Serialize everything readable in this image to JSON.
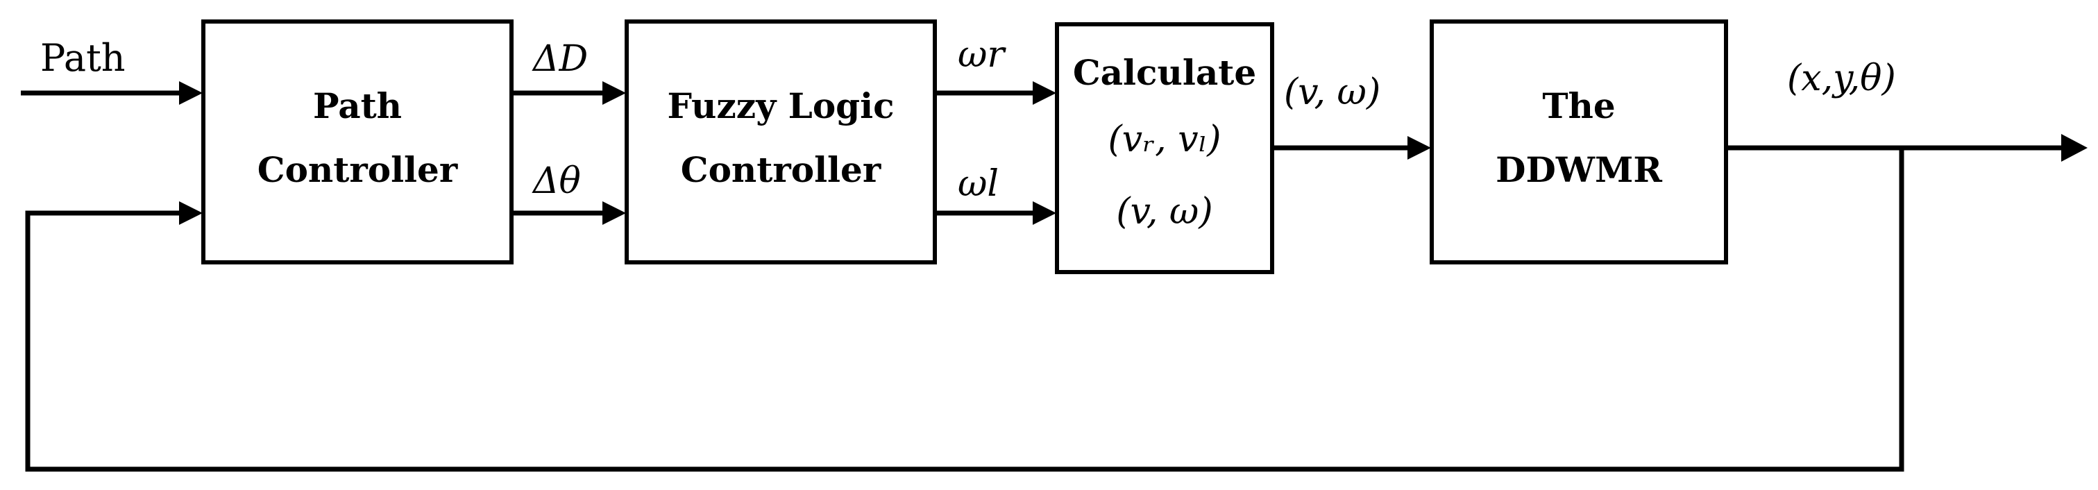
{
  "input_label": "Path",
  "blocks": {
    "path_controller": {
      "line1": "Path",
      "line2": "Controller"
    },
    "fuzzy_controller": {
      "line1": "Fuzzy Logic",
      "line2": "Controller"
    },
    "calculate": {
      "title": "Calculate",
      "formula_wheels": "(vᵣ, vₗ)",
      "formula_body": "(v, ω)"
    },
    "robot": {
      "line1": "The",
      "line2": "DDWMR"
    }
  },
  "signals": {
    "delta_d": "ΔD",
    "delta_theta": "Δθ",
    "omega_r": "ωr",
    "omega_l": "ωl",
    "velocity": "(v, ω)",
    "pose": "(x,y,θ)"
  }
}
